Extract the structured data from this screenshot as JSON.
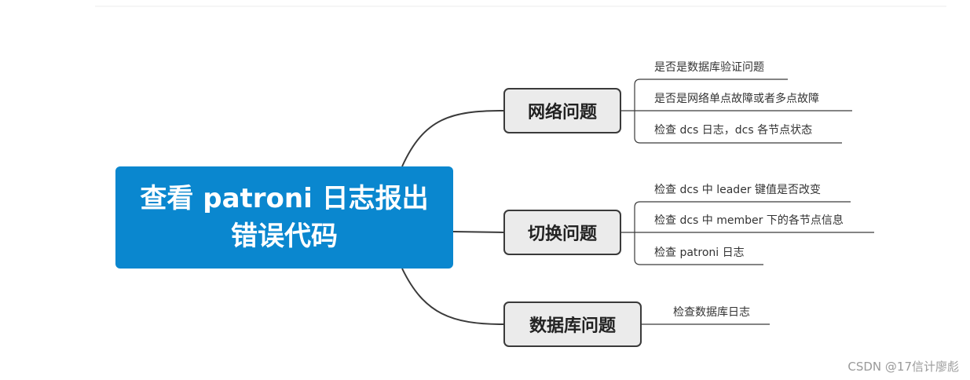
{
  "root": {
    "line1": "查看 patroni 日志报出",
    "line2": "错误代码"
  },
  "branches": [
    {
      "label": "网络问题",
      "items": [
        "是否是数据库验证问题",
        "是否是网络单点故障或者多点故障",
        "检查 dcs 日志，dcs 各节点状态"
      ]
    },
    {
      "label": "切换问题",
      "items": [
        "检查 dcs 中 leader 键值是否改变",
        "检查 dcs 中 member 下的各节点信息",
        "检查 patroni 日志"
      ]
    },
    {
      "label": "数据库问题",
      "items": [
        "检查数据库日志"
      ]
    }
  ],
  "watermark": "CSDN @17信计廖彪",
  "colors": {
    "root_fill": "#0a87cf",
    "branch_fill": "#ebebeb",
    "line": "#3a3a3a"
  }
}
